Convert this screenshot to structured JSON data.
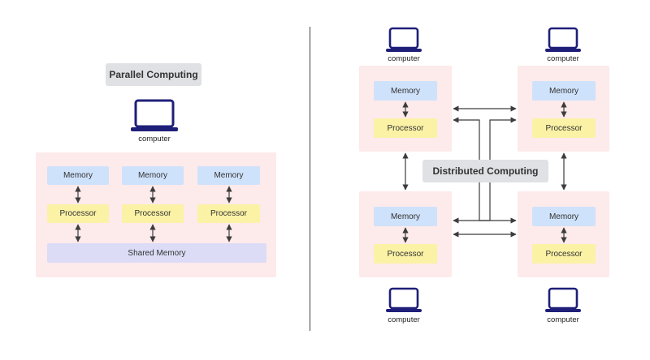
{
  "parallel": {
    "title": "Parallel Computing",
    "computer_label": "computer",
    "memory_label": "Memory",
    "processor_label": "Processor",
    "shared_memory_label": "Shared Memory"
  },
  "distributed": {
    "title": "Distributed Computing",
    "computer_label": "computer",
    "memory_label": "Memory",
    "processor_label": "Processor"
  },
  "colors": {
    "laptop": "#1f1f7a",
    "group_bg": "#fdeaea",
    "memory_bg": "#cfe2fb",
    "processor_bg": "#fbf2a5",
    "shared_bg": "#dcdcf7",
    "title_bg": "#dfe1e5",
    "arrow": "#3c3c3c"
  }
}
